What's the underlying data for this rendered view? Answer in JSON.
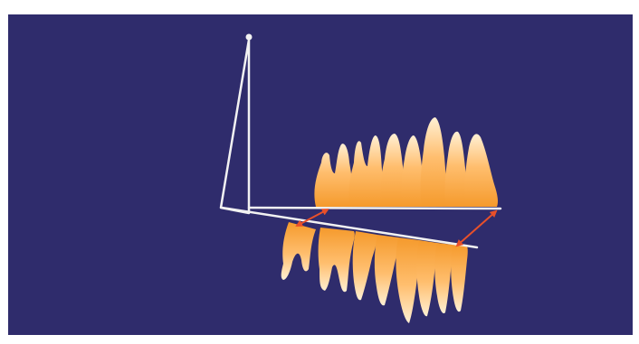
{
  "colors": {
    "page_background": "#ffffff",
    "panel_background": "#2f2c6c",
    "tooth_light": "#fff0d4",
    "tooth_mid": "#ffbe6e",
    "tooth_dark": "#f59a2c",
    "reference_lines": "#f2f2f2",
    "arrows": "#e8502a"
  },
  "diagram": {
    "subject": "occlusal-plane-diagram",
    "upper_teeth_count": 8,
    "lower_teeth_count": 8,
    "arrow_count": 2,
    "text_labels": []
  }
}
